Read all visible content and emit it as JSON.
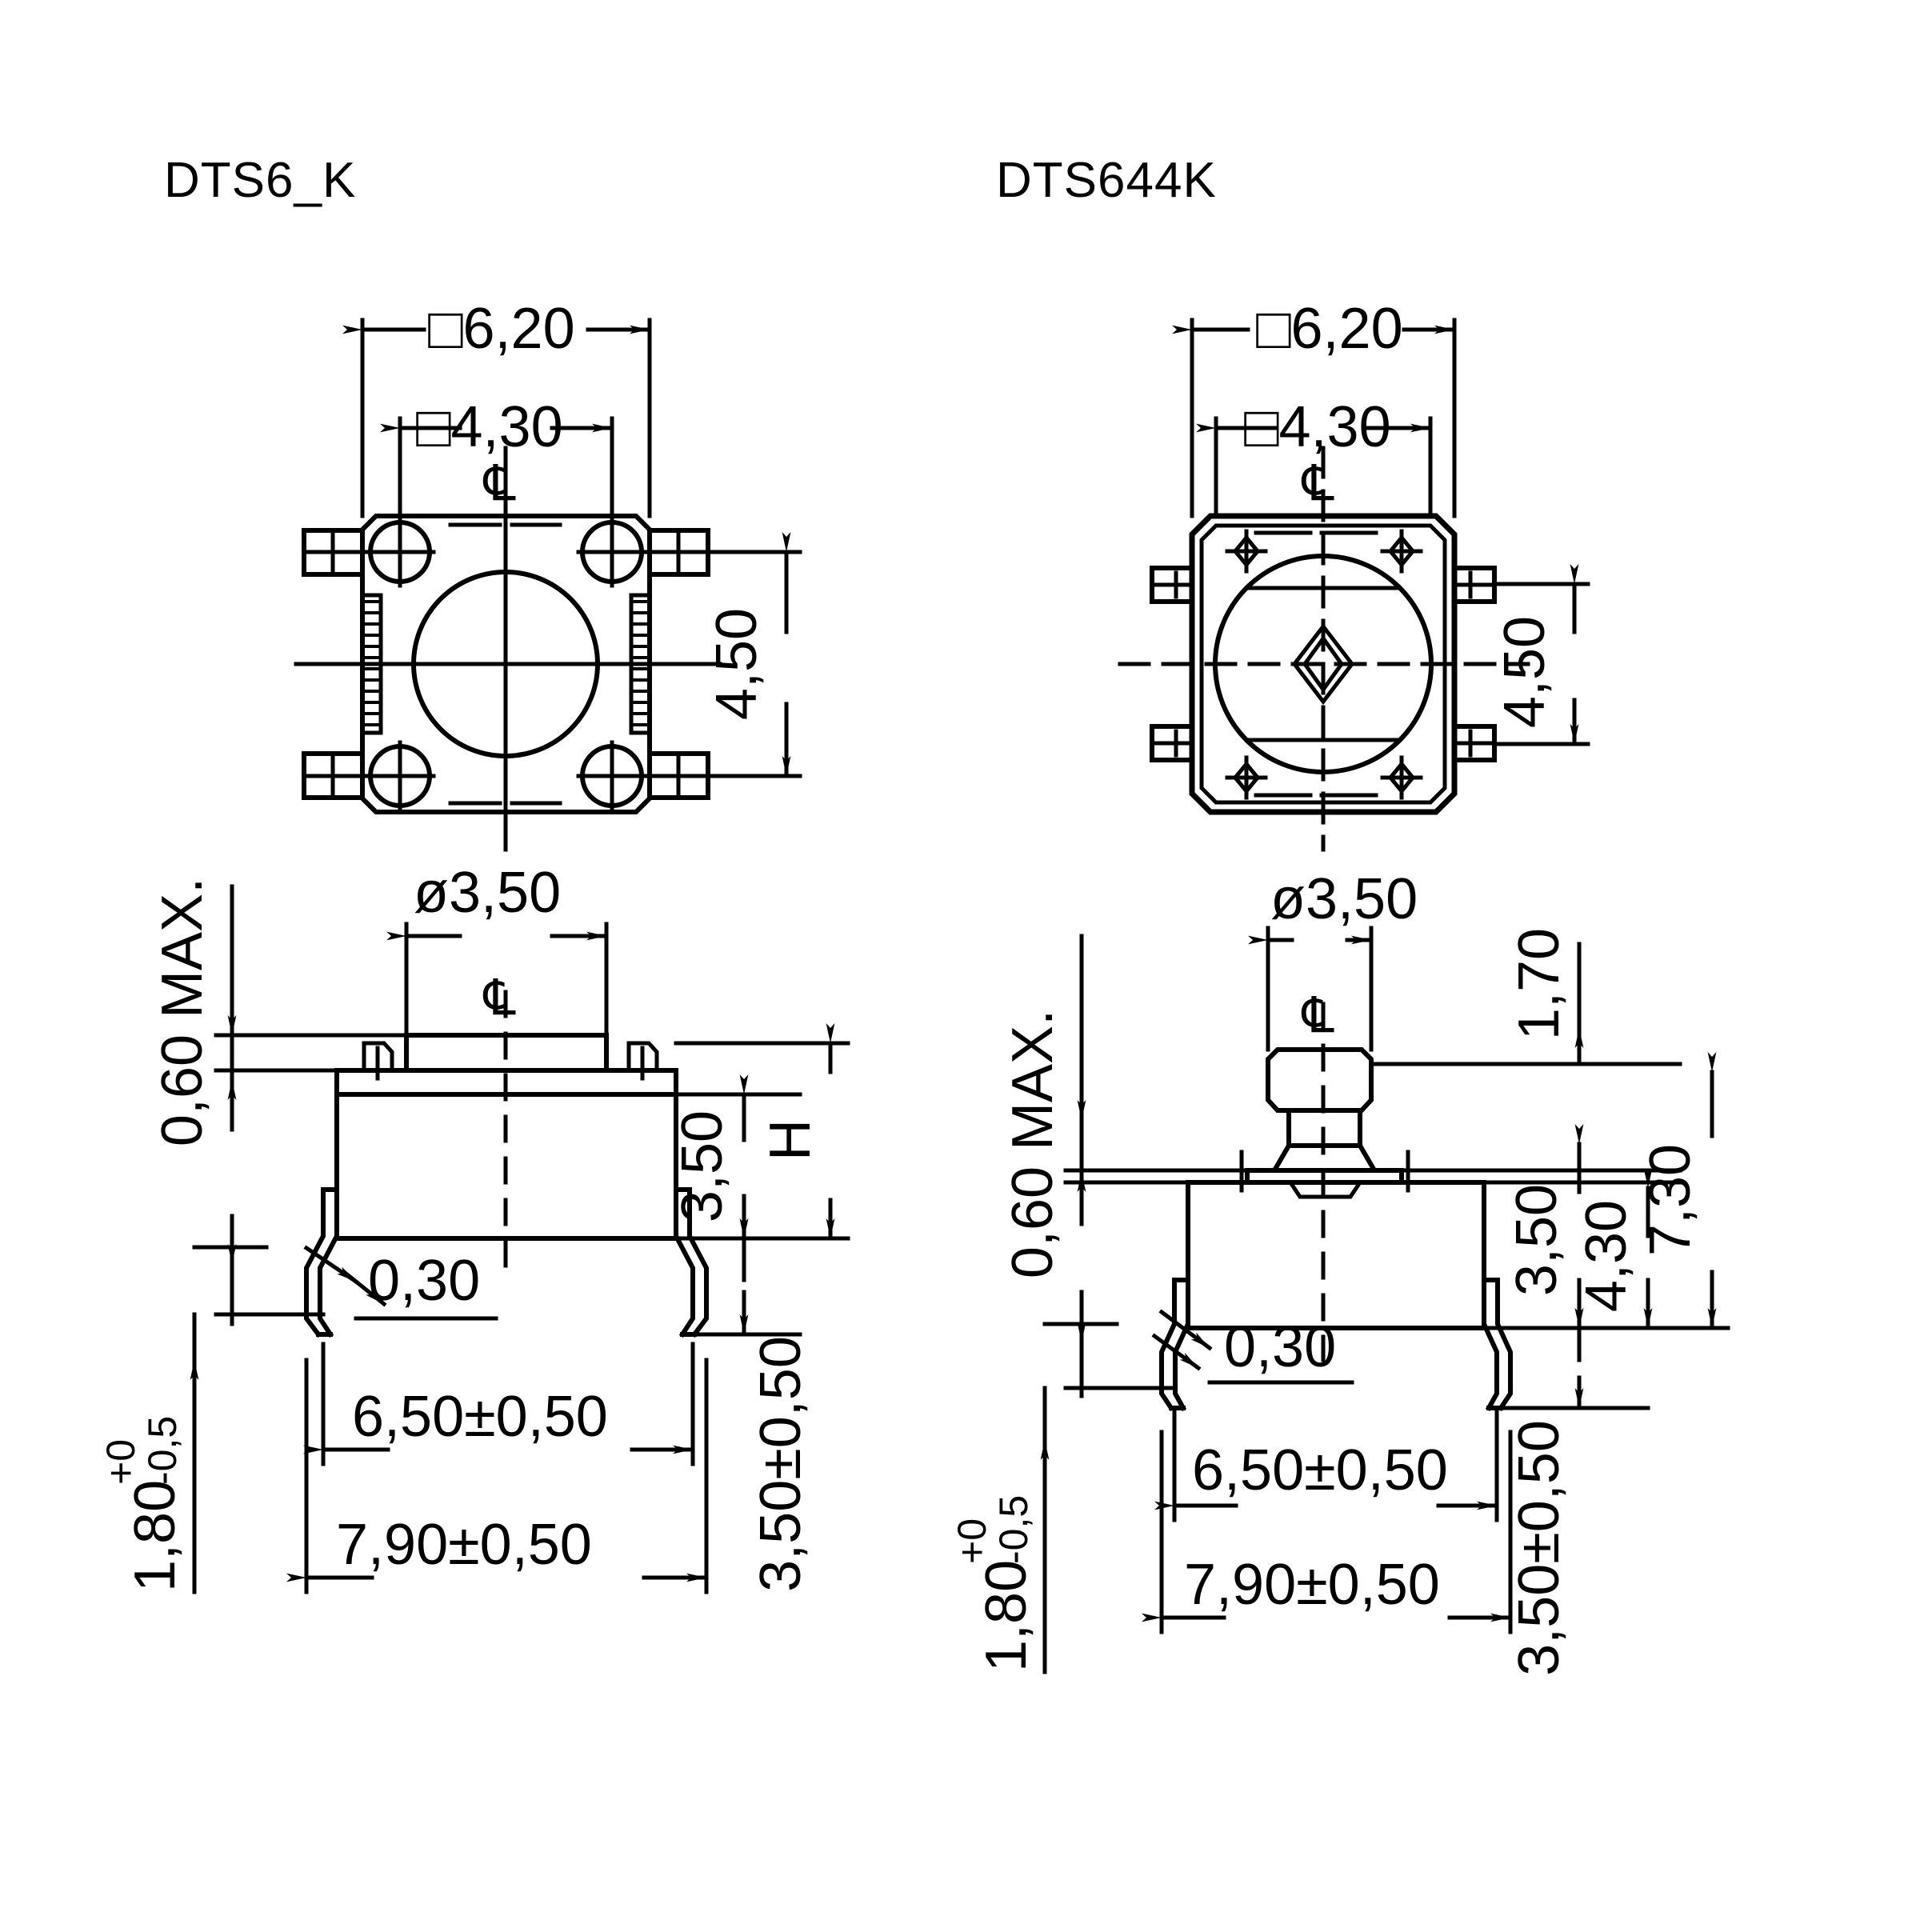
{
  "sheet": {
    "background": "#ffffff",
    "line_color": "#000000"
  },
  "drawings": [
    {
      "id": "dts6k",
      "title": "DTS6_K",
      "views": {
        "top": {
          "dims": {
            "overall_square": "□6,20",
            "inner_square": "□4,30",
            "height_right": "4,50",
            "centerline_symbol": "℄"
          }
        },
        "side": {
          "dims": {
            "plate_thickness": "0,60 MAX.",
            "actuator_dia": "ø3,50",
            "lead_thickness": "0,30",
            "lead_pitch": "6,50±0,50",
            "lead_span": "7,90±0,50",
            "stroke": "1,80 +0 -0,5",
            "body_height": "3,50",
            "total_height": "3,50±0,50",
            "height_symbol": "H",
            "centerline_symbol": "℄"
          }
        }
      }
    },
    {
      "id": "dts644k",
      "title": "DTS644K",
      "views": {
        "top": {
          "dims": {
            "overall_square": "□6,20",
            "inner_square": "□4,30",
            "height_right": "4,50",
            "centerline_symbol": "℄"
          }
        },
        "side": {
          "dims": {
            "plate_thickness": "0,60 MAX.",
            "actuator_dia": "ø3,50",
            "lead_thickness": "0,30",
            "lead_pitch": "6,50±0,50",
            "lead_span": "7,90±0,50",
            "stroke": "1,80 +0 -0,5",
            "plunger_height": "1,70",
            "body_height": "3,50",
            "mid_height": "4,30",
            "total_height_top": "7,30",
            "total_height": "3,50±0,50",
            "centerline_symbol": "℄"
          }
        }
      }
    }
  ],
  "text_fragments": {
    "tol_plus": "+0",
    "tol_minus": "-0,5",
    "base_180": "1,80"
  }
}
